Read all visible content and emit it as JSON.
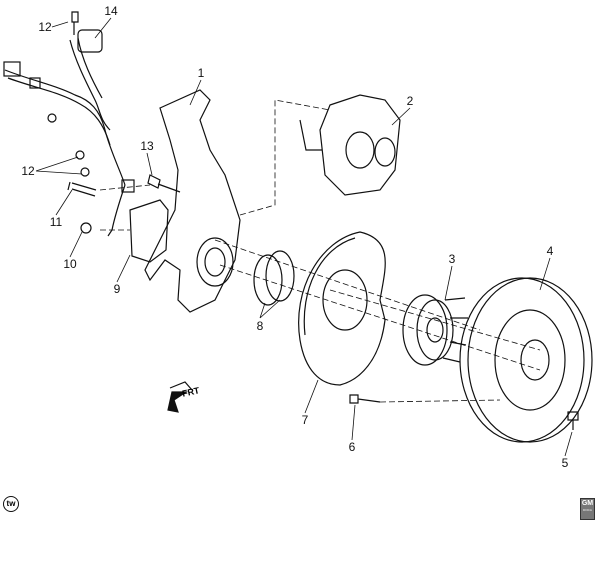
{
  "callouts": {
    "c1": "1",
    "c2": "2",
    "c3": "3",
    "c4": "4",
    "c5": "5",
    "c6": "6",
    "c7": "7",
    "c8": "8",
    "c9": "9",
    "c10": "10",
    "c11": "11",
    "c12a": "12",
    "c12b": "12",
    "c13": "13",
    "c14": "14"
  },
  "direction_label": "FRT",
  "corner_badge": "tw",
  "logo": {
    "main": "GM",
    "sub": "DOCA"
  }
}
